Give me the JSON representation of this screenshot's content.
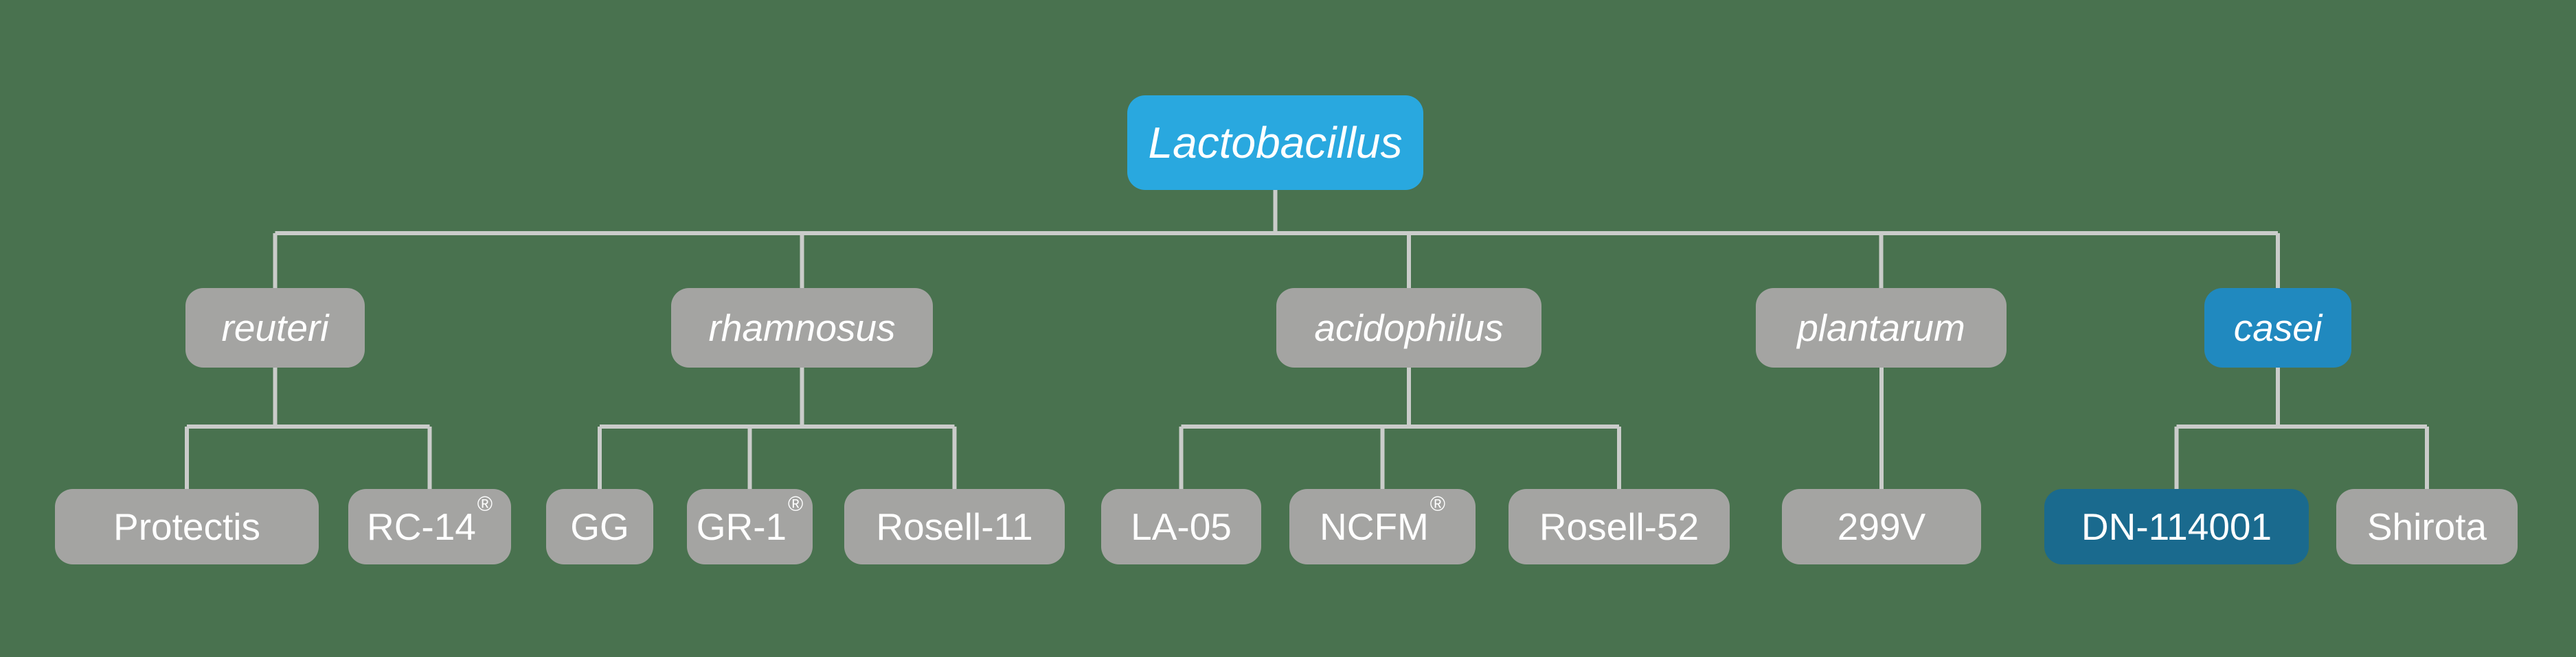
{
  "colors": {
    "background": "#49724F",
    "connector": "#CACCCA",
    "node_gray": "#A4A4A2",
    "node_blue_root": "#29A8DF",
    "node_blue_species": "#2089BF",
    "node_blue_dark": "#1A6A8E",
    "text": "#FFFFFF"
  },
  "diagram": {
    "root": {
      "id": "lactobacillus",
      "label": "Lactobacillus",
      "variant": "blue-root",
      "italic": true
    },
    "species": [
      {
        "id": "reuteri",
        "label": "reuteri",
        "variant": "gray",
        "italic": true,
        "strains": [
          {
            "id": "protectis",
            "label": "Protectis",
            "variant": "gray"
          },
          {
            "id": "rc-14",
            "label": "RC-14",
            "mark": "®",
            "variant": "gray"
          }
        ]
      },
      {
        "id": "rhamnosus",
        "label": "rhamnosus",
        "variant": "gray",
        "italic": true,
        "strains": [
          {
            "id": "gg",
            "label": "GG",
            "variant": "gray"
          },
          {
            "id": "gr-1",
            "label": "GR-1",
            "mark": "®",
            "variant": "gray"
          },
          {
            "id": "rosell-11",
            "label": "Rosell-11",
            "variant": "gray"
          }
        ]
      },
      {
        "id": "acidophilus",
        "label": "acidophilus",
        "variant": "gray",
        "italic": true,
        "strains": [
          {
            "id": "la-05",
            "label": "LA-05",
            "variant": "gray"
          },
          {
            "id": "ncfm",
            "label": "NCFM",
            "mark": "®",
            "variant": "gray"
          },
          {
            "id": "rosell-52",
            "label": "Rosell-52",
            "variant": "gray"
          }
        ]
      },
      {
        "id": "plantarum",
        "label": "plantarum",
        "variant": "gray",
        "italic": true,
        "strains": [
          {
            "id": "299v",
            "label": "299V",
            "variant": "gray"
          }
        ]
      },
      {
        "id": "casei",
        "label": "casei",
        "variant": "blue-species",
        "italic": true,
        "strains": [
          {
            "id": "dn-114001",
            "label": "DN-114001",
            "variant": "blue-dark"
          },
          {
            "id": "shirota",
            "label": "Shirota",
            "variant": "gray"
          }
        ]
      }
    ]
  }
}
